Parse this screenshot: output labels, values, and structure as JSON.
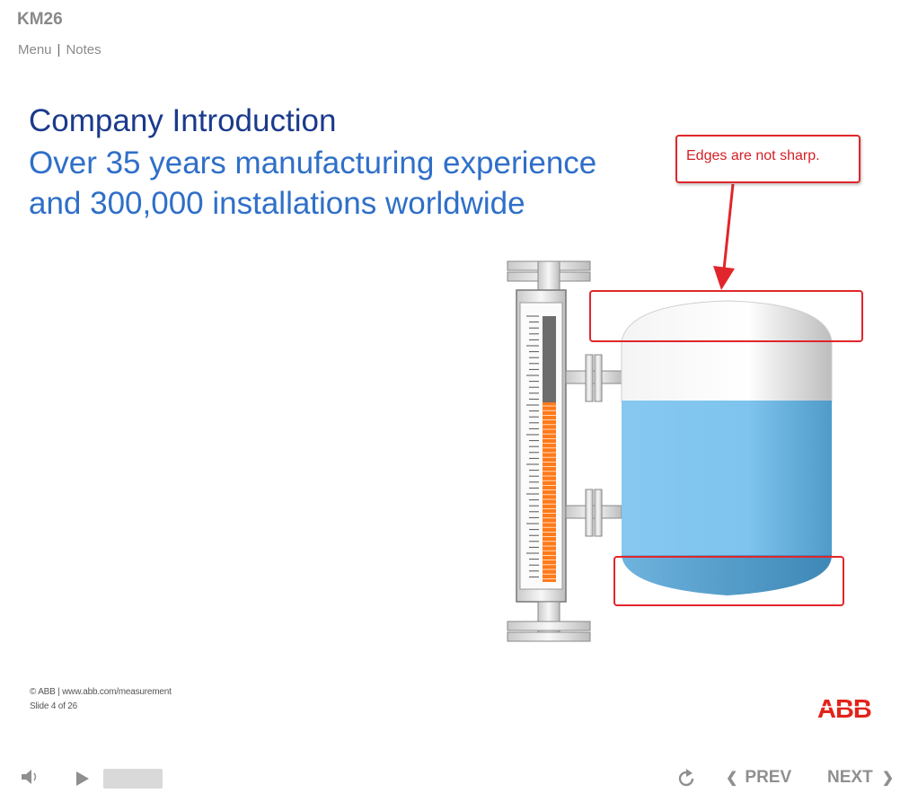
{
  "app": {
    "title": "KM26"
  },
  "topnav": {
    "menu": "Menu",
    "separator": "|",
    "notes": "Notes"
  },
  "slide": {
    "title": "Company Introduction",
    "subtitle_line1": "Over 35 years manufacturing experience",
    "subtitle_line2": "and 300,000 installations worldwide"
  },
  "callout": {
    "text": "Edges are not sharp."
  },
  "footer": {
    "copyright": "© ABB | www.abb.com/measurement",
    "slide_counter": "Slide 4 of 26",
    "logo_text": "ABB"
  },
  "controls": {
    "volume_icon": "speaker-icon",
    "play_icon": "play-icon",
    "replay_icon": "replay-icon",
    "prev_label": "PREV",
    "next_label": "NEXT"
  },
  "colors": {
    "title": "#1a3a8c",
    "subtitle": "#2f6fc8",
    "annotation": "#e0262b",
    "liquid": "#7ec4ee",
    "float": "#ff7a1a",
    "abb_red": "#e2231a"
  }
}
